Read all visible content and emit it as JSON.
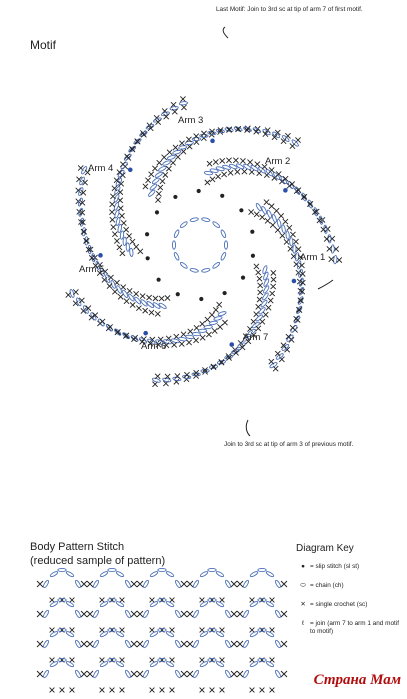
{
  "motif": {
    "title": "Motif",
    "last_motif_note": "Last Motif: Join to 3rd sc at tip of arm 7 of first motif.",
    "join_note": "Join to 3rd sc at tip of arm 3 of previous motif.",
    "arms": [
      "Arm 1",
      "Arm 2",
      "Arm 3",
      "Arm 4",
      "Arm 5",
      "Arm 6",
      "Arm 7"
    ]
  },
  "body_pattern": {
    "title": "Body Pattern Stitch",
    "subtitle": "(reduced sample of pattern)"
  },
  "key": {
    "title": "Diagram Key",
    "items": [
      {
        "symbol": "dot-icon",
        "label": "= slip stitch (sl st)"
      },
      {
        "symbol": "chain-icon",
        "label": "= chain (ch)"
      },
      {
        "symbol": "cross-icon",
        "label": "= single crochet (sc)"
      },
      {
        "symbol": "join-icon",
        "label": "= join (arm 7 to arm 1 and motif to motif)"
      }
    ]
  },
  "colors": {
    "blue": "#4a6fb8",
    "black": "#222222",
    "watermark": "#b20d0d"
  },
  "watermark": "Страна Мам"
}
